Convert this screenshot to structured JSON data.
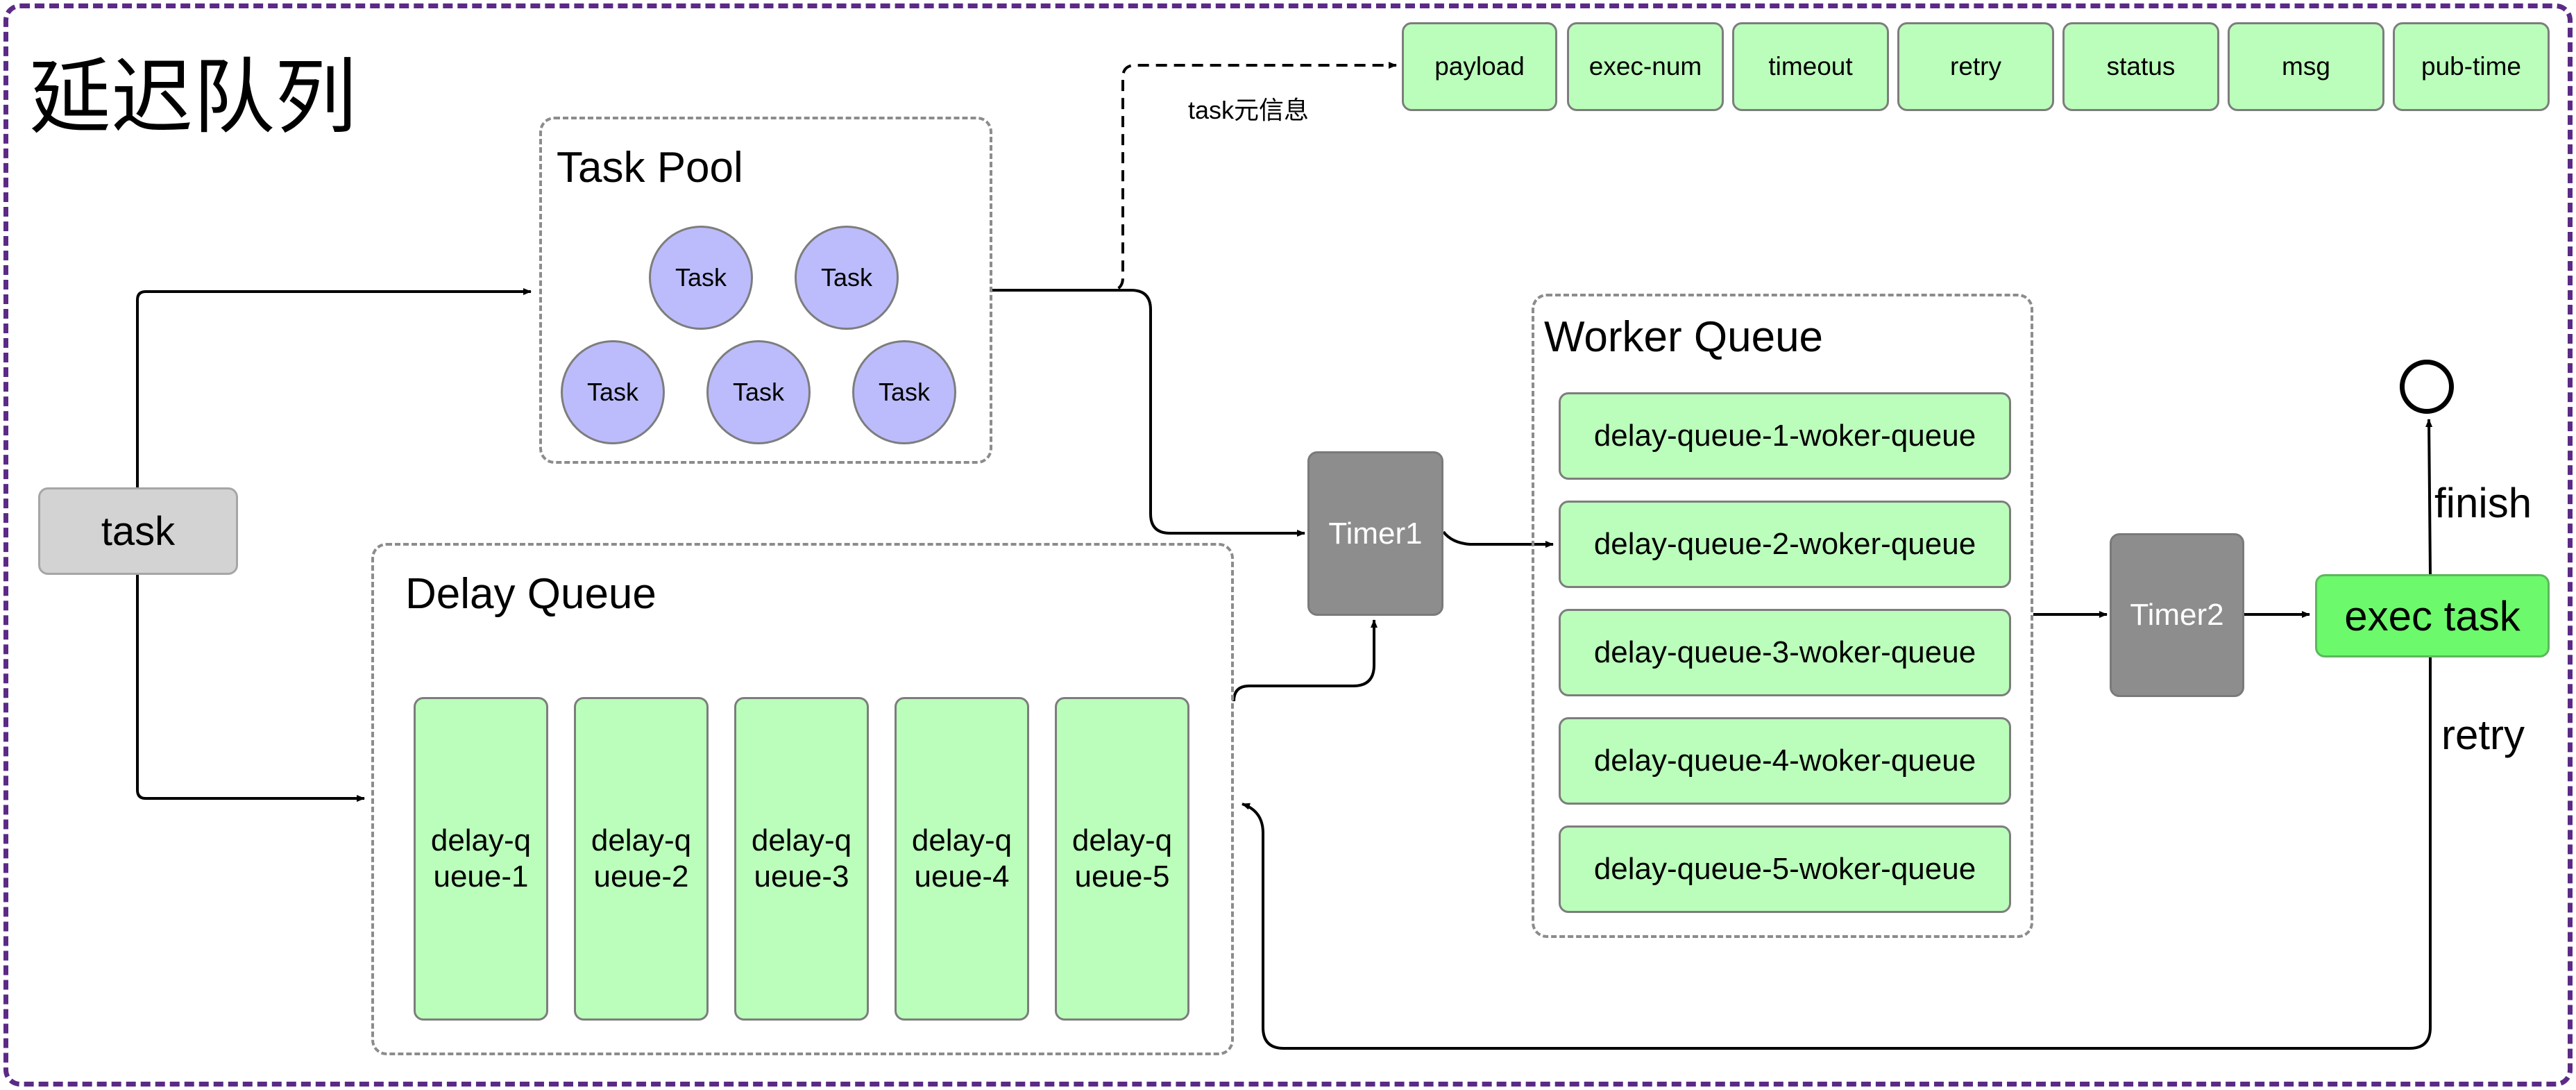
{
  "title": "延迟队列",
  "input_task": "task",
  "metadata": {
    "label": "task元信息",
    "fields": [
      "payload",
      "exec-num",
      "timeout",
      "retry",
      "status",
      "msg",
      "pub-time"
    ]
  },
  "task_pool": {
    "title": "Task Pool",
    "tasks": [
      "Task",
      "Task",
      "Task",
      "Task",
      "Task"
    ]
  },
  "delay_queue": {
    "title": "Delay Queue",
    "queues": [
      "delay-queue-1",
      "delay-queue-2",
      "delay-queue-3",
      "delay-queue-4",
      "delay-queue-5"
    ]
  },
  "worker_queue": {
    "title": "Worker Queue",
    "queues": [
      "delay-queue-1-woker-queue",
      "delay-queue-2-woker-queue",
      "delay-queue-3-woker-queue",
      "delay-queue-4-woker-queue",
      "delay-queue-5-woker-queue"
    ]
  },
  "timers": {
    "timer1": "Timer1",
    "timer2": "Timer2"
  },
  "exec_task": "exec task",
  "edge_labels": {
    "finish": "finish",
    "retry": "retry"
  },
  "colors": {
    "frame": "#5b2a86",
    "green_box": "#bbfebb",
    "task_circle": "#bcbcfc",
    "timer": "#8d8d8d",
    "exec_task": "#6cf96c",
    "input_task": "#d3d3d3"
  }
}
